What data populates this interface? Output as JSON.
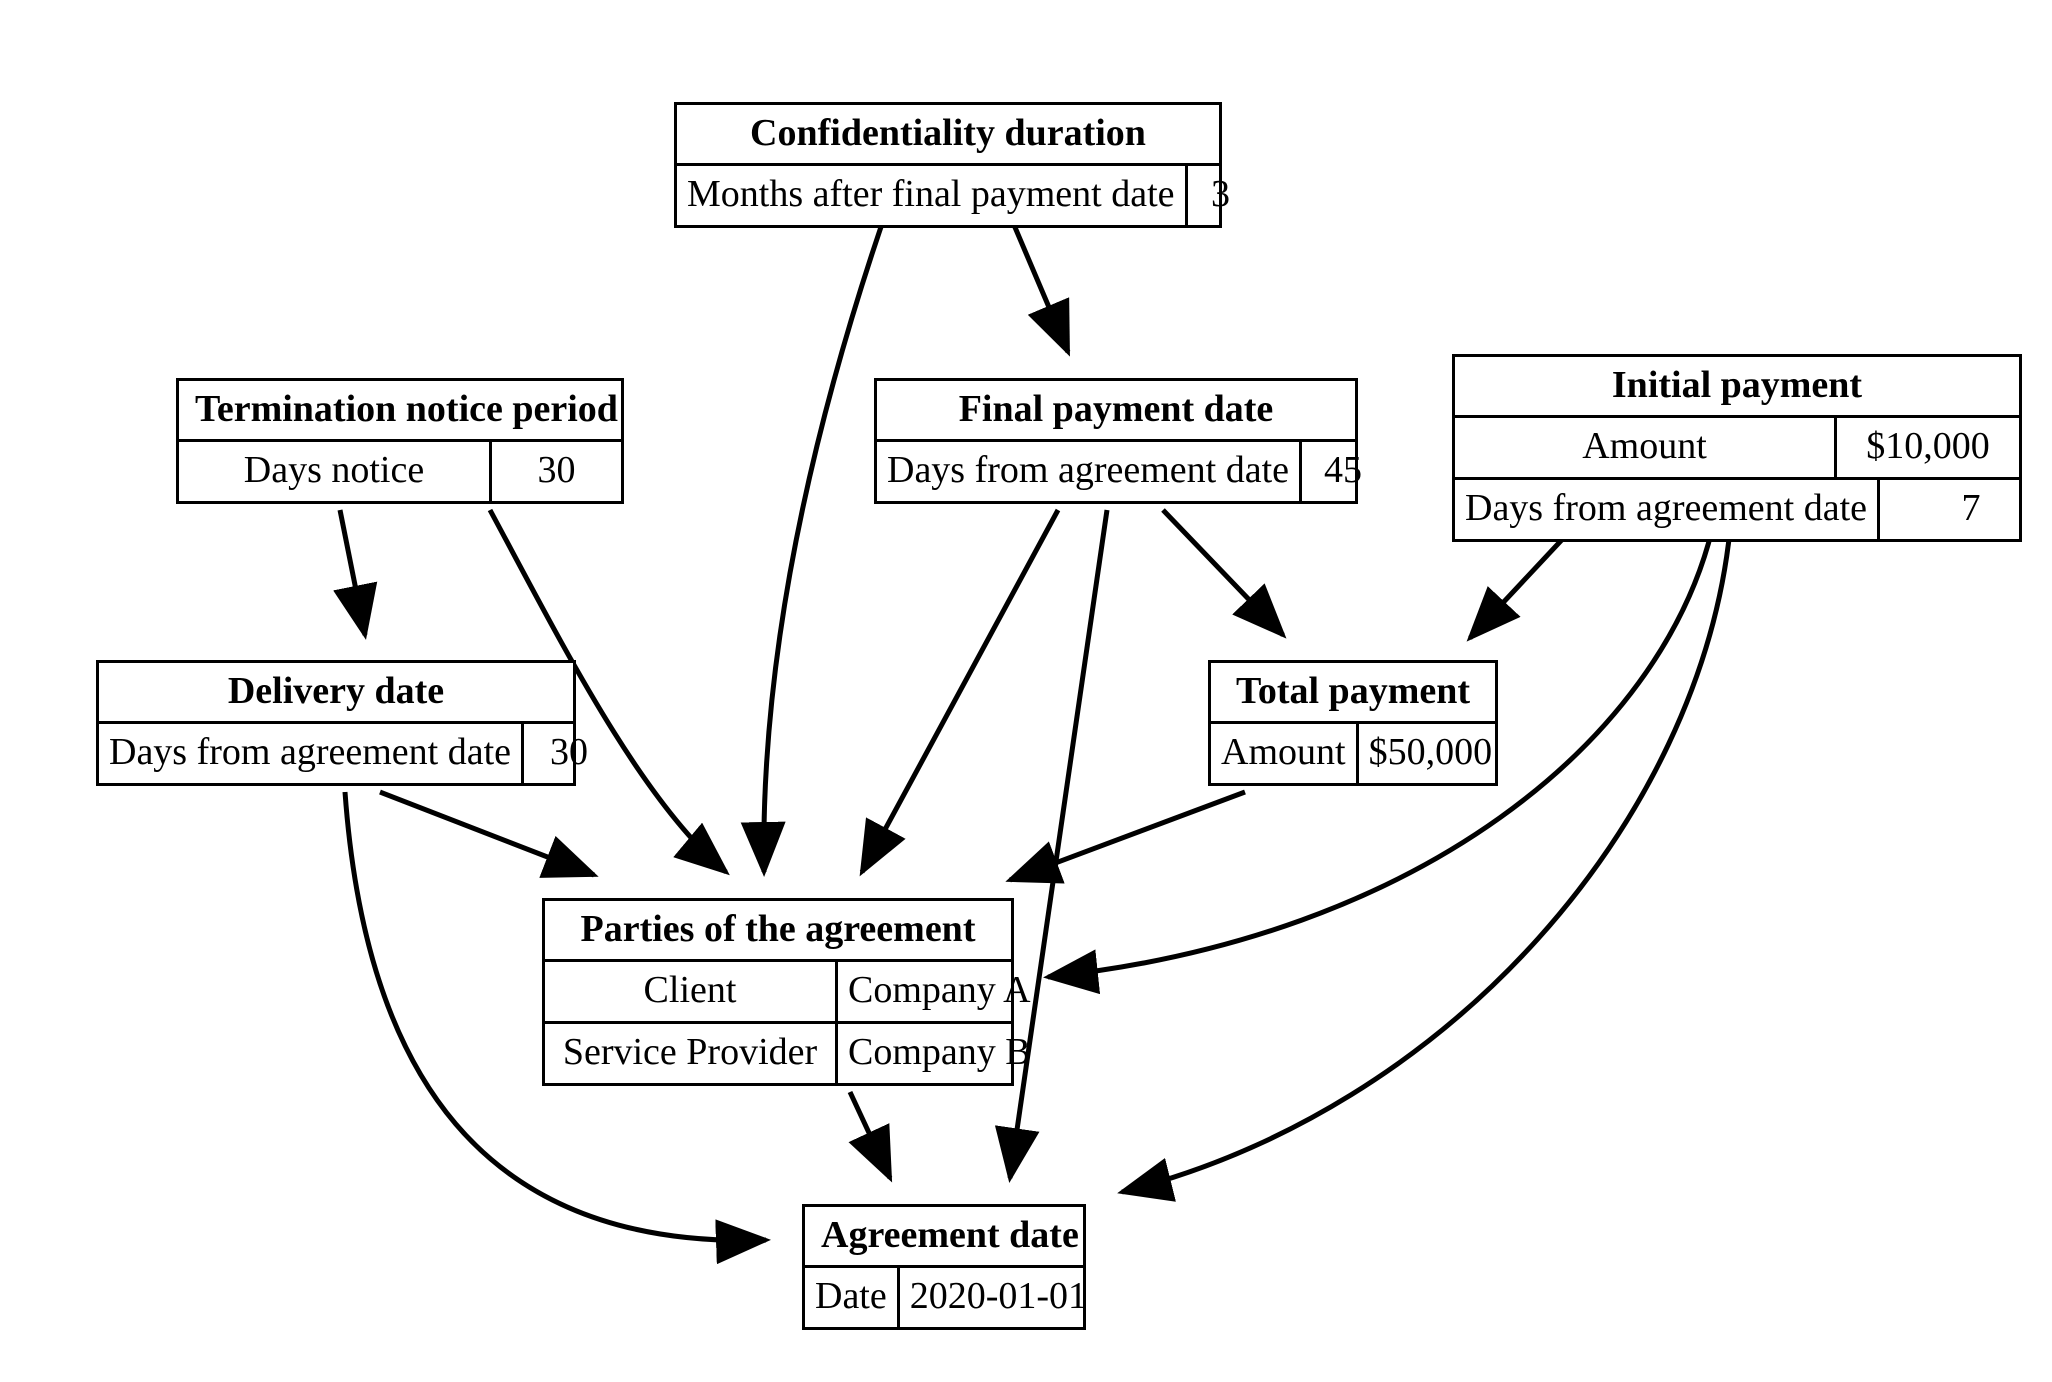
{
  "diagram": {
    "title": "Service agreement entity relationship diagram",
    "line_color": "#000000",
    "background_color": "#ffffff",
    "nodes": [
      {
        "id": "confidentiality",
        "title": "Confidentiality duration",
        "rows": [
          {
            "key": "Months after final payment date",
            "value": "3"
          }
        ]
      },
      {
        "id": "termination",
        "title": "Termination notice period",
        "rows": [
          {
            "key": "Days notice",
            "value": "30"
          }
        ]
      },
      {
        "id": "finalpayment",
        "title": "Final payment date",
        "rows": [
          {
            "key": "Days from agreement date",
            "value": "45"
          }
        ]
      },
      {
        "id": "initialpayment",
        "title": "Initial payment",
        "rows": [
          {
            "key": "Amount",
            "value": "$10,000"
          },
          {
            "key": "Days from agreement date",
            "value": "7"
          }
        ]
      },
      {
        "id": "delivery",
        "title": "Delivery date",
        "rows": [
          {
            "key": "Days from agreement date",
            "value": "30"
          }
        ]
      },
      {
        "id": "totalpayment",
        "title": "Total payment",
        "rows": [
          {
            "key": "Amount",
            "value": "$50,000"
          }
        ]
      },
      {
        "id": "parties",
        "title": "Parties of the agreement",
        "rows": [
          {
            "key": "Client",
            "value": "Company A"
          },
          {
            "key": "Service Provider",
            "value": "Company B"
          }
        ]
      },
      {
        "id": "agreementdate",
        "title": "Agreement date",
        "rows": [
          {
            "key": "Date",
            "value": "2020-01-01"
          }
        ]
      }
    ],
    "edges": [
      {
        "from": "confidentiality",
        "to": "finalpayment"
      },
      {
        "from": "confidentiality",
        "to": "parties"
      },
      {
        "from": "termination",
        "to": "delivery"
      },
      {
        "from": "termination",
        "to": "parties"
      },
      {
        "from": "finalpayment",
        "to": "totalpayment"
      },
      {
        "from": "finalpayment",
        "to": "parties"
      },
      {
        "from": "finalpayment",
        "to": "agreementdate"
      },
      {
        "from": "initialpayment",
        "to": "totalpayment"
      },
      {
        "from": "initialpayment",
        "to": "parties"
      },
      {
        "from": "initialpayment",
        "to": "agreementdate"
      },
      {
        "from": "delivery",
        "to": "parties"
      },
      {
        "from": "delivery",
        "to": "agreementdate"
      },
      {
        "from": "totalpayment",
        "to": "parties"
      },
      {
        "from": "parties",
        "to": "agreementdate"
      }
    ]
  }
}
